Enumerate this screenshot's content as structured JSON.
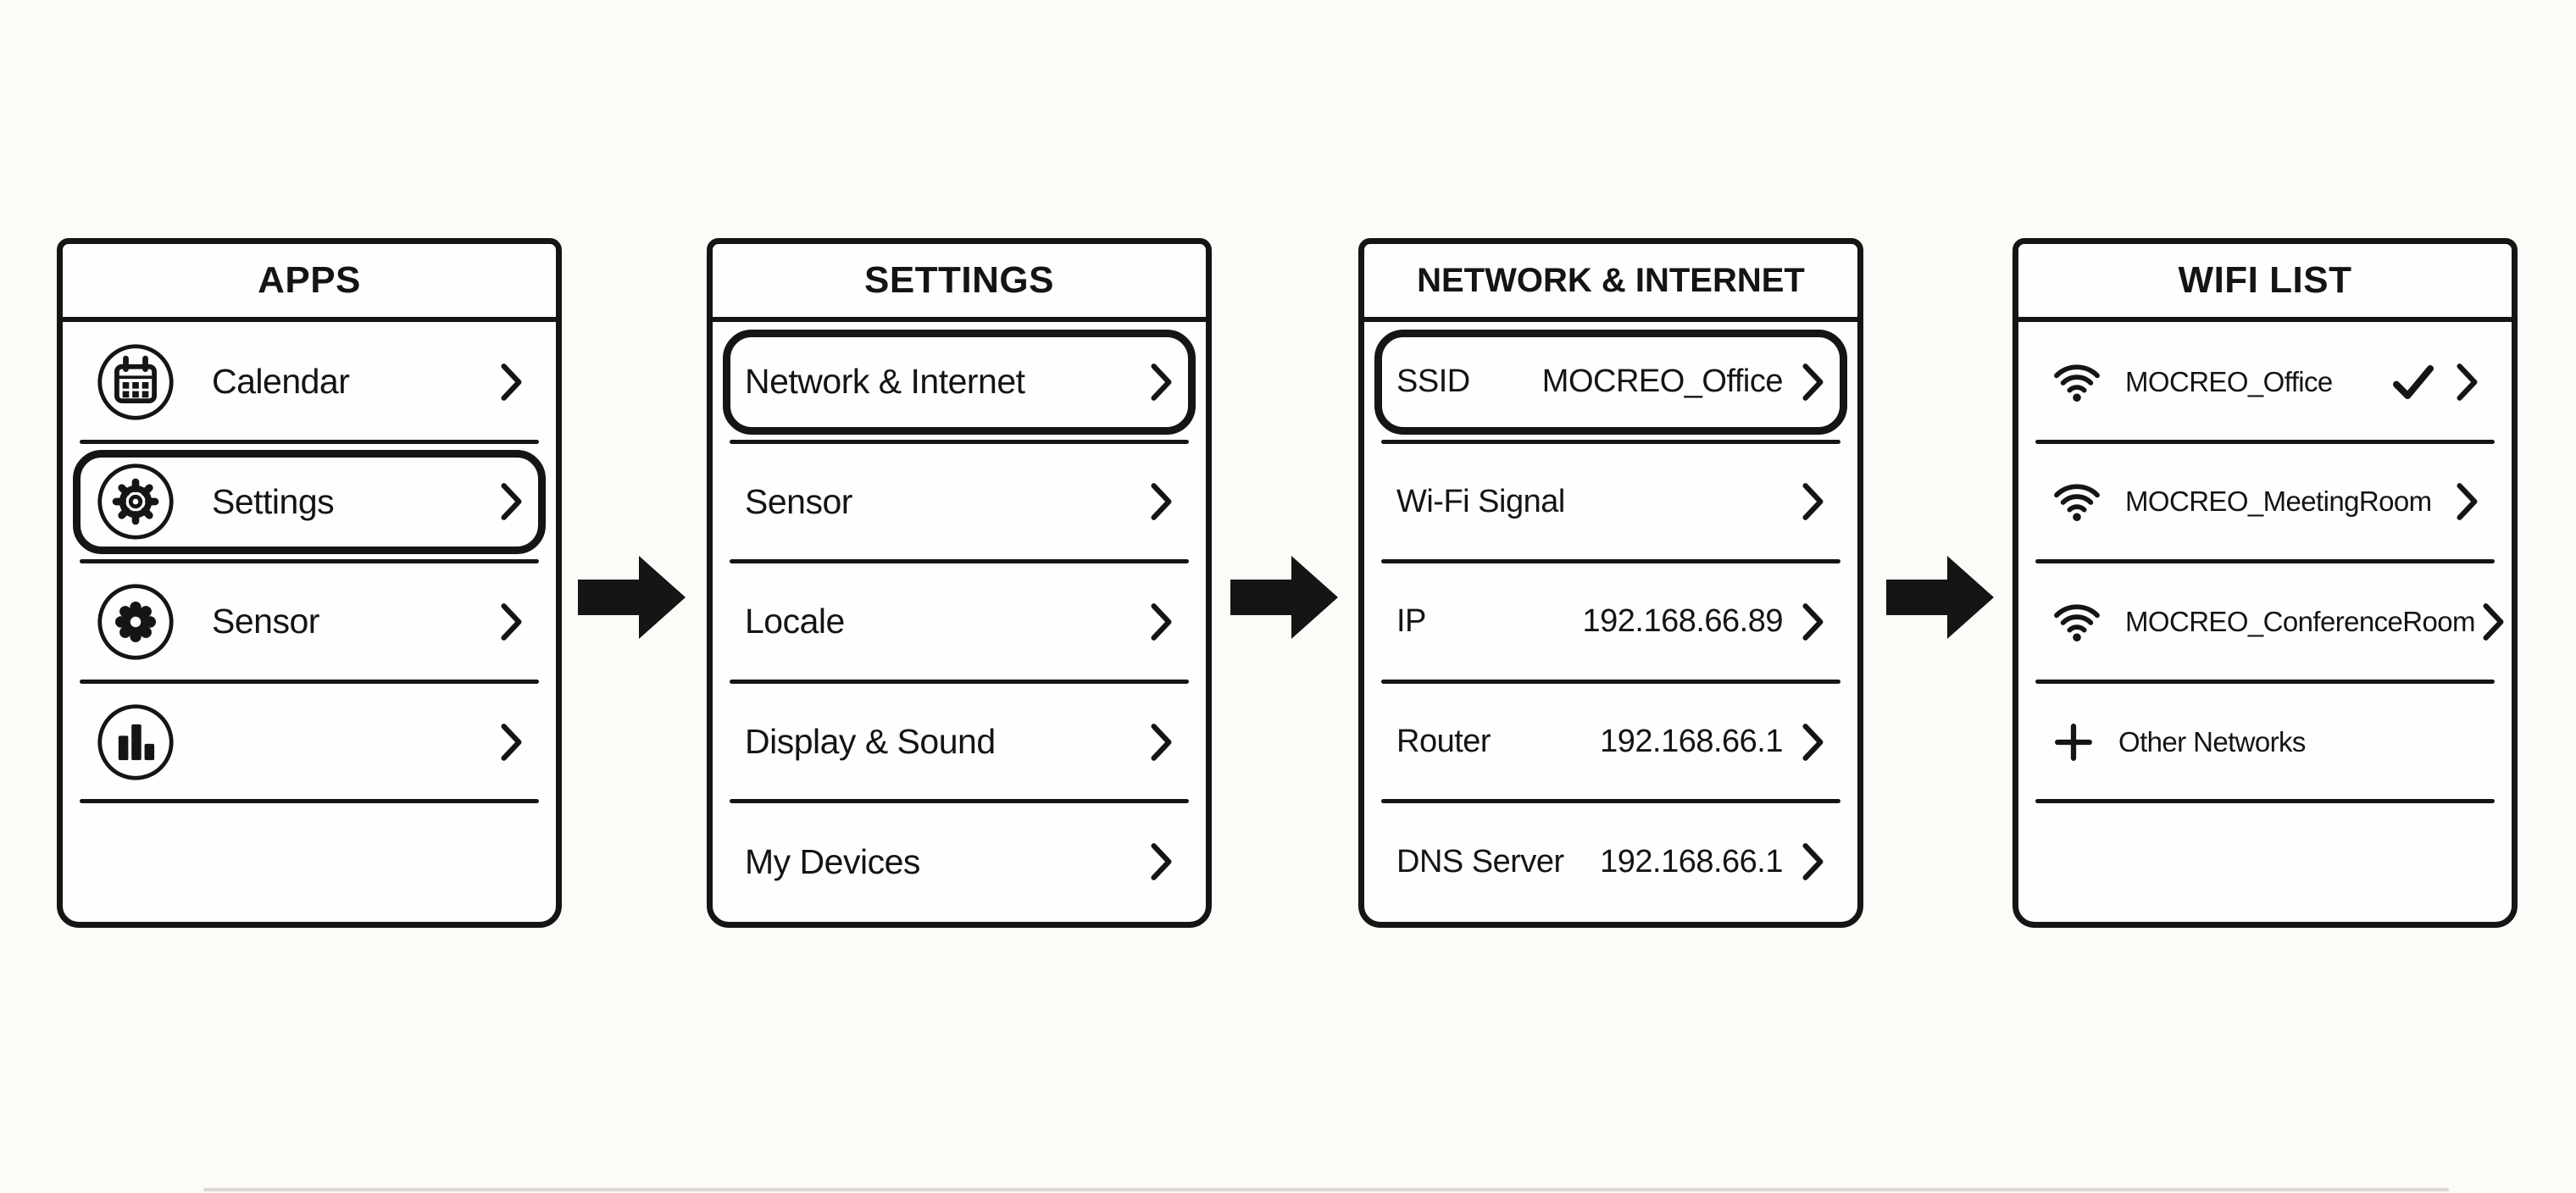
{
  "flow": {
    "colors": {
      "ink": "#151515",
      "panel_bg": "#fffefd",
      "page_bg": "#fcfbf7"
    },
    "panels": [
      {
        "title": "APPS",
        "items": [
          {
            "icon": "calendar",
            "label": "Calendar",
            "chevron": true,
            "highlighted": false
          },
          {
            "icon": "gear-outline",
            "label": "Settings",
            "chevron": true,
            "highlighted": true
          },
          {
            "icon": "gear-solid",
            "label": "Sensor",
            "chevron": true,
            "highlighted": false
          },
          {
            "icon": "bar-chart",
            "label": "",
            "chevron": true,
            "highlighted": false
          }
        ]
      },
      {
        "title": "SETTINGS",
        "items": [
          {
            "label": "Network & Internet",
            "chevron": true,
            "highlighted": true
          },
          {
            "label": "Sensor",
            "chevron": true,
            "highlighted": false
          },
          {
            "label": "Locale",
            "chevron": true,
            "highlighted": false
          },
          {
            "label": "Display & Sound",
            "chevron": true,
            "highlighted": false
          },
          {
            "label": "My Devices",
            "chevron": true,
            "highlighted": false
          }
        ]
      },
      {
        "title": "NETWORK & INTERNET",
        "items": [
          {
            "label": "SSID",
            "value": "MOCREO_Office",
            "chevron": true,
            "highlighted": true
          },
          {
            "label": "Wi-Fi Signal",
            "chevron": true,
            "highlighted": false
          },
          {
            "label": "IP",
            "value": "192.168.66.89",
            "chevron": true,
            "highlighted": false
          },
          {
            "label": "Router",
            "value": "192.168.66.1",
            "chevron": true,
            "highlighted": false
          },
          {
            "label": "DNS Server",
            "value": "192.168.66.1",
            "chevron": true,
            "highlighted": false
          }
        ]
      },
      {
        "title": "WIFI LIST",
        "items": [
          {
            "icon": "wifi",
            "label": "MOCREO_Office",
            "checked": true,
            "chevron": true,
            "highlighted": false
          },
          {
            "icon": "wifi",
            "label": "MOCREO_MeetingRoom",
            "checked": false,
            "chevron": true,
            "highlighted": false
          },
          {
            "icon": "wifi",
            "label": "MOCREO_ConferenceRoom",
            "checked": false,
            "chevron": true,
            "highlighted": false
          },
          {
            "icon": "plus",
            "label": "Other Networks",
            "checked": false,
            "chevron": false,
            "highlighted": false
          }
        ]
      }
    ]
  }
}
